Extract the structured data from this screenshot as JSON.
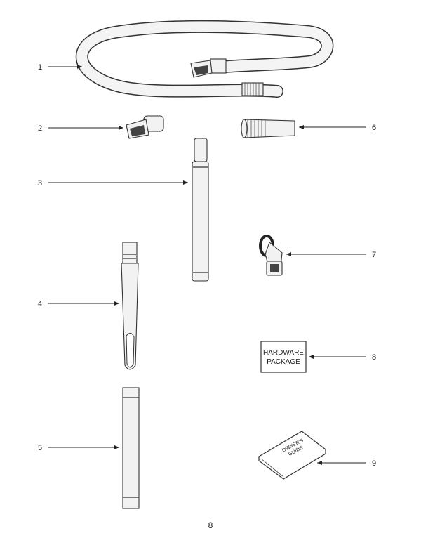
{
  "callouts": [
    "1",
    "2",
    "3",
    "4",
    "5",
    "6",
    "7",
    "8",
    "9"
  ],
  "hardware_box": {
    "line1": "HARDWARE",
    "line2": "PACKAGE"
  },
  "manual": {
    "line1": "OWNER'S",
    "line2": "GUIDE"
  },
  "page_number": "8"
}
